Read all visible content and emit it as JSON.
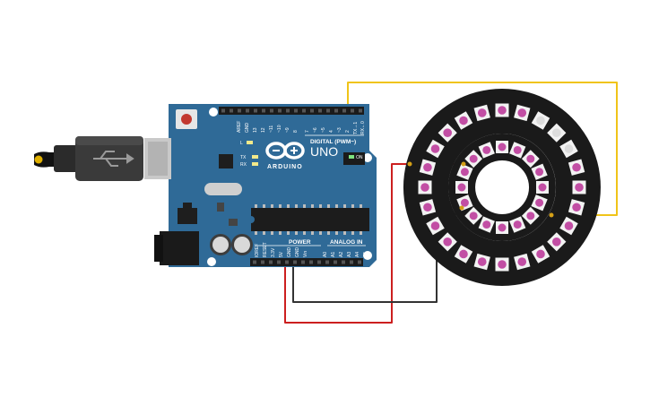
{
  "board": {
    "brand": "ARDUINO",
    "model": "UNO",
    "on_label": "ON",
    "tx_label": "TX",
    "rx_label": "RX",
    "l_label": "L",
    "digital_header": "DIGITAL (PWM~)",
    "power_header": "POWER",
    "analog_header": "ANALOG IN",
    "digital_pins": [
      "AREF",
      "GND",
      "13",
      "12",
      "~11",
      "~10",
      "~9",
      "8",
      "7",
      "~6",
      "~5",
      "4",
      "~3",
      "2",
      "TX→1",
      "RX←0"
    ],
    "power_pins": [
      "IOREF",
      "RESET",
      "3.3V",
      "5V",
      "GND",
      "GND",
      "Vin"
    ],
    "analog_pins": [
      "A0",
      "A1",
      "A2",
      "A3",
      "A4",
      "A5"
    ]
  },
  "outer_ring": {
    "pixel_count": 24,
    "lit_color": "#c24ea4",
    "unlit_positions": [
      2,
      3,
      4
    ]
  },
  "inner_ring": {
    "pixel_count": 16,
    "lit_color": "#c24ea4"
  },
  "wires": [
    {
      "name": "data-wire",
      "color": "#f0c419"
    },
    {
      "name": "power-wire",
      "color": "#cc1f1f"
    },
    {
      "name": "ground-wire",
      "color": "#333333"
    }
  ],
  "colors": {
    "board_blue": "#2f6a97",
    "pcb_black": "#1c1c1c",
    "led_pink": "#c24ea4"
  }
}
